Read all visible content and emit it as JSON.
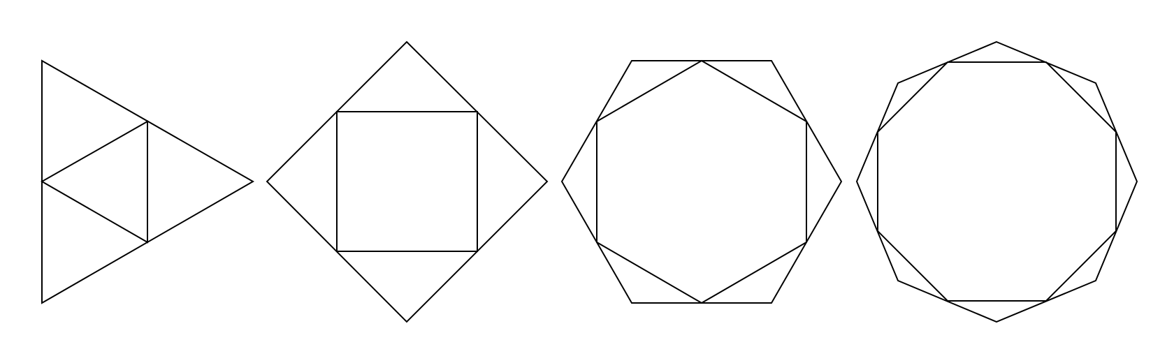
{
  "diagram": {
    "description_free": true,
    "colors": {
      "background": "#ffffff",
      "stroke": "#000000"
    },
    "figures": [
      {
        "name": "triangle",
        "sides": 3,
        "orientation": "vertex-right",
        "inscribed_sides": 3
      },
      {
        "name": "square",
        "sides": 4,
        "orientation": "vertex-up",
        "inscribed_sides": 4
      },
      {
        "name": "hexagon",
        "sides": 6,
        "orientation": "flat-top",
        "inscribed_sides": 6
      },
      {
        "name": "octagon",
        "sides": 8,
        "orientation": "vertex-up",
        "inscribed_sides": 8
      }
    ]
  }
}
